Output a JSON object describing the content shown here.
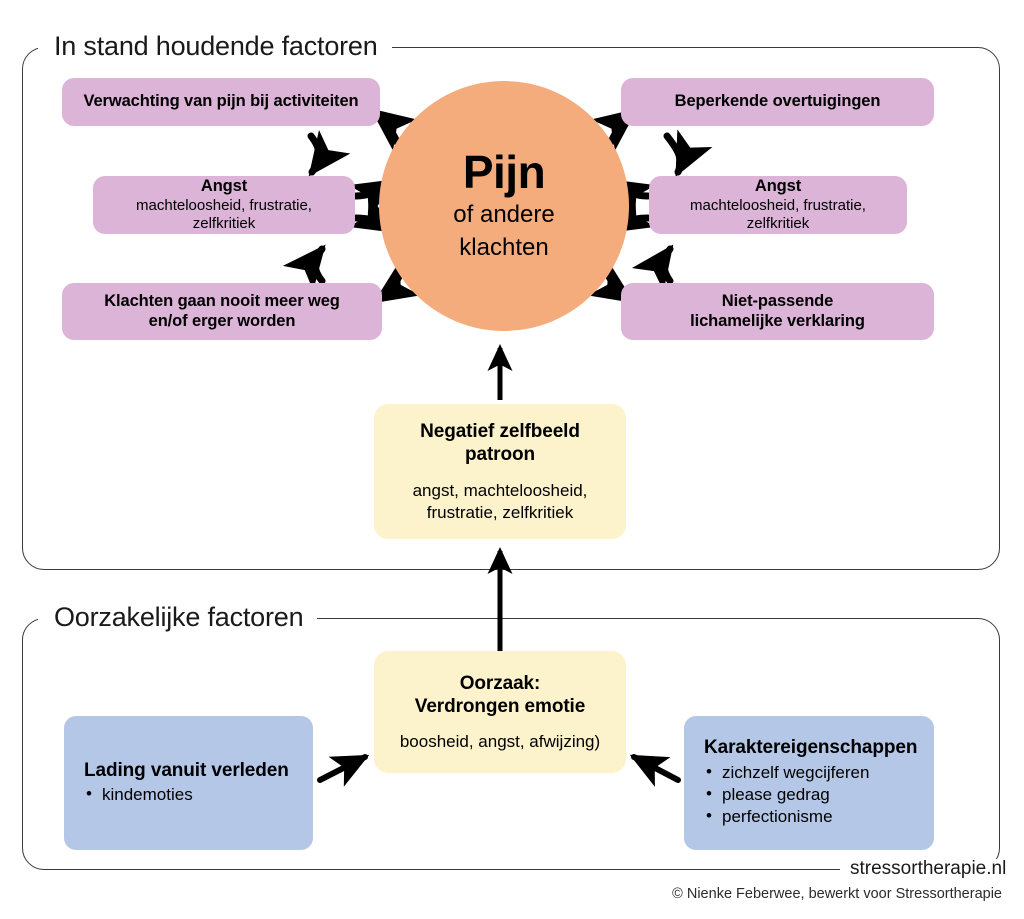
{
  "frames": {
    "top_label": "In stand houdende factoren",
    "bottom_label": "Oorzakelijke factoren"
  },
  "center": {
    "title": "Pijn",
    "subtitle_line1": "of andere",
    "subtitle_line2": "klachten"
  },
  "left_column": [
    {
      "title": "Verwachting van pijn bij activiteiten",
      "sub": ""
    },
    {
      "title": "Angst",
      "sub": "machteloosheid, frustratie, zelfkritiek"
    },
    {
      "title_line1": "Klachten gaan nooit meer weg",
      "title_line2": "en/of erger worden",
      "sub": ""
    }
  ],
  "right_column": [
    {
      "title": "Beperkende overtuigingen",
      "sub": ""
    },
    {
      "title": "Angst",
      "sub": "machteloosheid, frustratie, zelfkritiek"
    },
    {
      "title_line1": "Niet-passende",
      "title_line2": "lichamelijke verklaring",
      "sub": ""
    }
  ],
  "negatief_box": {
    "title_line1": "Negatief zelfbeeld",
    "title_line2": "patroon",
    "sub_line1": "angst, machteloosheid,",
    "sub_line2": "frustratie, zelfkritiek"
  },
  "oorzaak_box": {
    "title_line1": "Oorzaak:",
    "title_line2": "Verdrongen emotie",
    "sub": "boosheid, angst, afwijzing)"
  },
  "lading_box": {
    "title": "Lading vanuit verleden",
    "bullets": [
      "kindemoties"
    ]
  },
  "karakter_box": {
    "title": "Karaktereigenschappen",
    "bullets": [
      "zichzelf wegcijferen",
      "please gedrag",
      "perfectionisme"
    ]
  },
  "footer": {
    "site": "stressortherapie.nl",
    "credit": "© Nienke Feberwee, bewerkt voor Stressortherapie"
  },
  "colors": {
    "purple": "#dbb4d7",
    "peach": "#f4ac7d",
    "yellow": "#fcf2cc",
    "blue": "#b4c7e7",
    "frame": "#3a3a3a",
    "arrow": "#000000"
  }
}
